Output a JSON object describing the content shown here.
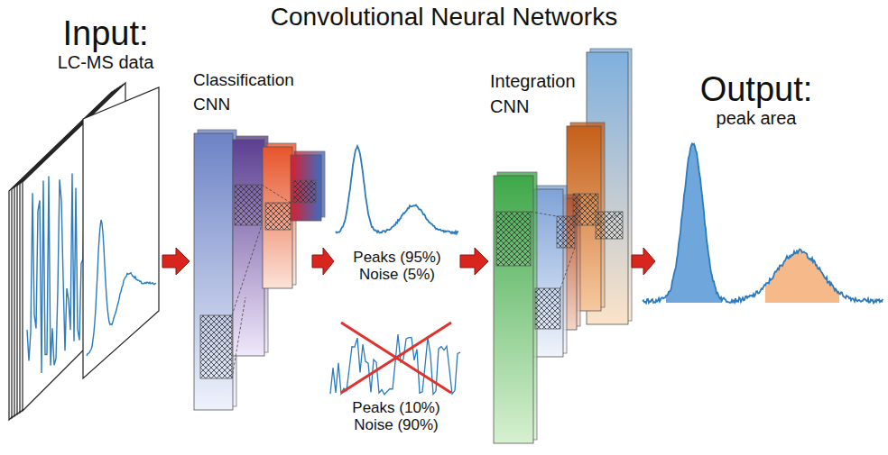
{
  "diagram": {
    "title": "Convolutional Neural Networks",
    "nodes": [
      {
        "text": [
          "Input:",
          "LC-MS data"
        ]
      },
      {
        "text": [
          "Classification CNN"
        ]
      },
      {
        "text": [
          "Peaks (95%) Noise (5%)"
        ]
      },
      {
        "text": [
          "Integration CNN"
        ]
      },
      {
        "text": [
          "Output:",
          "peak area"
        ]
      }
    ],
    "edges": [
      {
        "from": 0,
        "to": 1,
        "arrow": "to"
      },
      {
        "from": 1,
        "to": 2,
        "arrow": "to"
      },
      {
        "from": 2,
        "to": 3,
        "arrow": "to"
      },
      {
        "from": 3,
        "to": 4,
        "arrow": "to"
      }
    ],
    "labels": [
      "Peaks (10%) Noise (90%)"
    ]
  }
}
